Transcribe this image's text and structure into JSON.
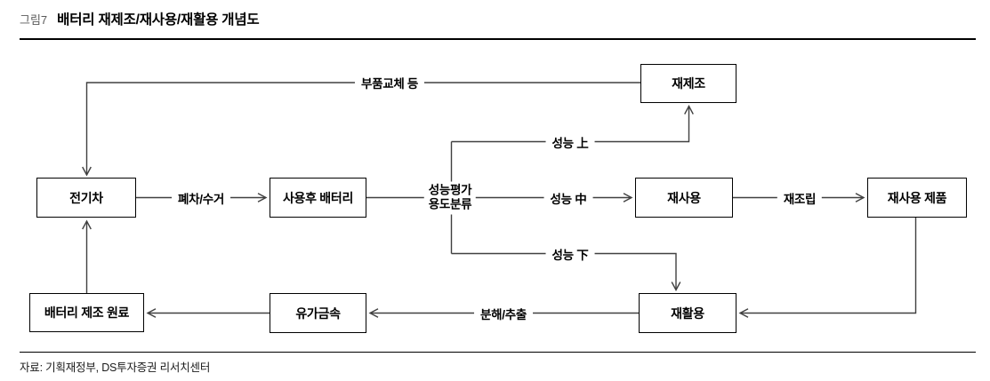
{
  "figure": {
    "label": "그림7",
    "title": "배터리 재제조/재사용/재활용 개념도",
    "source": "자료: 기획재정부, DS투자증권 리서치센터"
  },
  "diagram": {
    "nodes": {
      "ev": "전기차",
      "used_battery": "사용후 배터리",
      "evaluation_line1": "성능평가",
      "evaluation_line2": "용도분류",
      "remanufacture": "재제조",
      "reuse": "재사용",
      "reuse_product": "재사용 제품",
      "recycle": "재활용",
      "metals": "유가금속",
      "raw_material": "배터리 제조 원료"
    },
    "edges": {
      "scrap_collect": "폐차/수거",
      "parts_replace": "부품교체 등",
      "perf_high": "성능 上",
      "perf_mid": "성능 中",
      "perf_low": "성능 下",
      "reassemble": "재조립",
      "extract": "분해/추출"
    },
    "colors": {
      "line": "#404040",
      "box_border": "#000000",
      "background": "#ffffff",
      "figure_label": "#5a5a5a"
    }
  }
}
